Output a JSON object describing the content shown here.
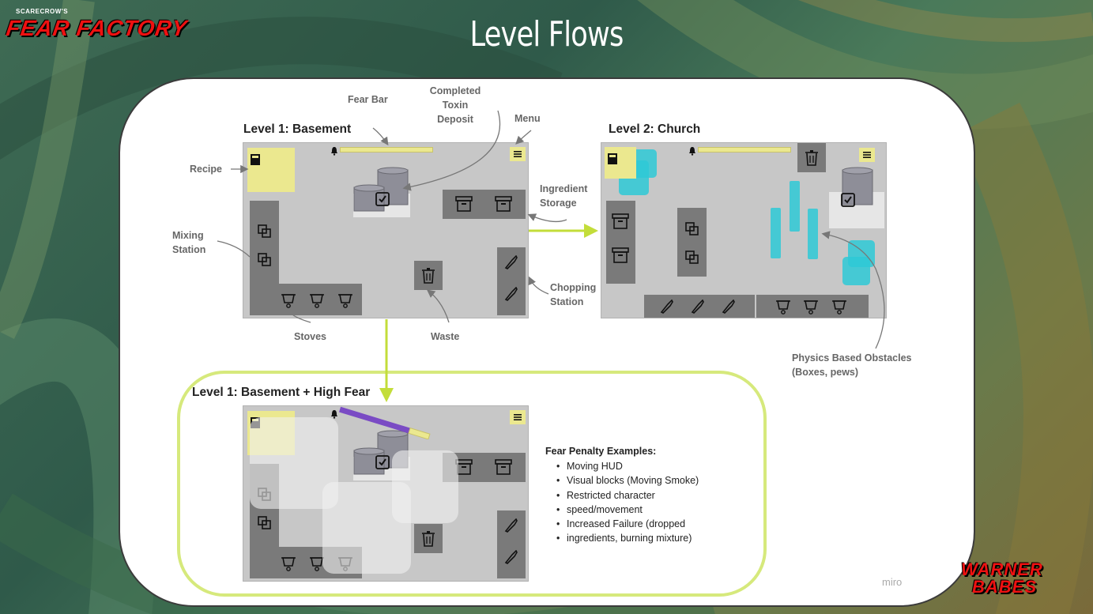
{
  "slide": {
    "title": "Level Flows",
    "logo_top": "SCARECROW'S",
    "logo_main": "FEAR FACTORY",
    "logo_bottom_1": "WARNER",
    "logo_bottom_2": "BABES",
    "watermark": "miro"
  },
  "level1": {
    "title": "Level 1: Basement",
    "labels": {
      "fear_bar": "Fear Bar",
      "completed_1": "Completed",
      "completed_2": "Toxin",
      "completed_3": "Deposit",
      "menu": "Menu",
      "recipe": "Recipe",
      "ingredient_1": "Ingredient",
      "ingredient_2": "Storage",
      "mixing_1": "Mixing",
      "mixing_2": "Station",
      "chopping_1": "Chopping",
      "chopping_2": "Station",
      "stoves": "Stoves",
      "waste": "Waste"
    }
  },
  "level2": {
    "title": "Level 2: Church",
    "labels": {
      "physics_1": "Physics Based Obstacles",
      "physics_2": "(Boxes, pews)"
    }
  },
  "level_highfear": {
    "title": "Level 1: Basement + High Fear",
    "penalty_title": "Fear Penalty Examples:",
    "penalties": [
      "Moving HUD",
      "Visual blocks (Moving Smoke)",
      "Restricted character",
      "speed/movement",
      "Increased Failure (dropped",
      "ingredients, burning mixture)"
    ]
  },
  "colors": {
    "fear_bar": "#ebe88f",
    "accent_arrow": "#c3dd3a",
    "obstacle": "#2ec9d6",
    "fear_bar_high": "#7a4bc4"
  },
  "icons": [
    "trash-icon",
    "storage-box-icon",
    "mixing-bowl-icon",
    "knife-icon",
    "stove-pot-icon",
    "checkmark-icon",
    "bell-icon",
    "menu-icon",
    "recipe-book-icon"
  ]
}
